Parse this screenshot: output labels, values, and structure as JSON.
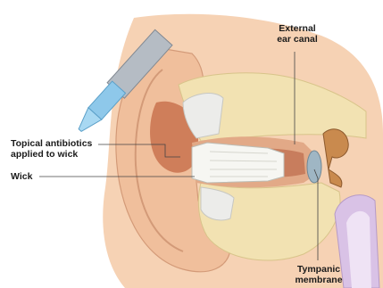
{
  "labels": {
    "external_ear_canal": [
      "External",
      "ear canal"
    ],
    "topical_antibiotics": [
      "Topical antibiotics",
      "applied to wick"
    ],
    "wick": "Wick",
    "tympanic_membrane": [
      "Tympanic",
      "membrane"
    ]
  },
  "colors": {
    "skin": "#f3c9a8",
    "skin_shadow": "#e2a987",
    "canal_tissue": "#e8b38e",
    "bone": "#f3e4b6",
    "cartilage": "#eeeeea",
    "dark_canal": "#b35a3a",
    "wick": "#f6f6f2",
    "dropper_blue": "#8ec8ea",
    "dropper_gray": "#b5bcc4",
    "tube": "#d9c2e6",
    "leader_line": "#444444"
  }
}
